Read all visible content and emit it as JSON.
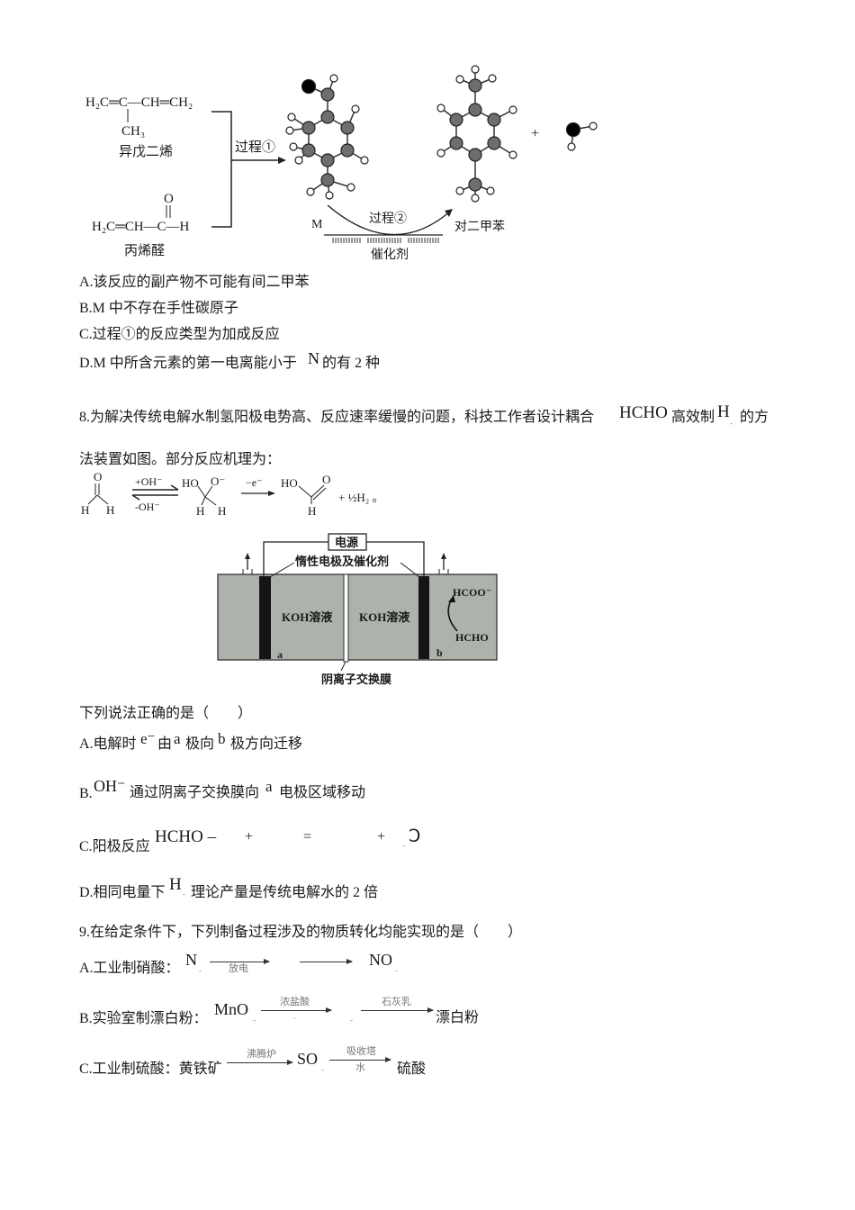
{
  "q7_figure": {
    "isoprene_formula": "H₂C═C—CH═CH₂",
    "isoprene_methyl": "CH₃",
    "isoprene_name": "异戊二烯",
    "acrolein_o": "O",
    "acrolein_formula": "H₂C═CH—C—H",
    "acrolein_name": "丙烯醛",
    "process1": "过程①",
    "process2": "过程②",
    "m_label": "M",
    "product_name": "对二甲苯",
    "catalyst": "催化剂",
    "plus": "+"
  },
  "q7_options": [
    "A.该反应的副产物不可能有间二甲苯",
    "B.M 中不存在手性碳原子",
    "C.过程①的反应类型为加成反应"
  ],
  "q7_option_d": {
    "pre": "D.M 中所含元素的第一电离能小于",
    "element": "N",
    "post": "的有 2 种"
  },
  "q8": {
    "stem_line1": "8.为解决传统电解水制氢阳极电势高、反应速率缓慢的问题，科技工作者设计耦合",
    "stem_hcho": "HCHO",
    "stem_mid": "高效制",
    "stem_h": "H",
    "stem_sub": "-",
    "stem_end": "的方",
    "stem_line2": "法装置如图。部分反应机理为：",
    "mechanism": {
      "o": "O",
      "h": "H",
      "ho": "HO",
      "o_minus": "O⁻",
      "plus_oh": "+OH⁻",
      "minus_oh": "-OH⁻",
      "minus_e": "−e⁻",
      "hydrogen": "+ ½H₂ 。"
    },
    "cell": {
      "power": "电源",
      "electrode_label": "惰性电极及催化剂",
      "solution_left": "KOH溶液",
      "solution_right": "KOH溶液",
      "electrode_a": "a",
      "electrode_b": "b",
      "formate": "HCOO⁻",
      "formaldehyde": "HCHO",
      "membrane": "阴离子交换膜"
    },
    "prompt": "下列说法正确的是（　　）",
    "option_a": {
      "pre": "A.电解时",
      "e": "e⁻",
      "m1": "由",
      "a": "a",
      "m2": "极向",
      "b": "b",
      "post": "极方向迁移"
    },
    "option_b": {
      "pre": "B.",
      "oh": "OH⁻",
      "m1": "通过阴离子交换膜向",
      "a": "a",
      "post": "电极区域移动"
    },
    "option_c": {
      "pre": "C.阳极反应",
      "hcho": "HCHO –",
      "plus1": "+",
      "eq": "=",
      "plus2": "+",
      "sub": "-",
      "tail": "Ↄ"
    },
    "option_d": {
      "pre": "D.相同电量下",
      "h": "H",
      "sub": "-",
      "post": "理论产量是传统电解水的 2 倍"
    }
  },
  "q9": {
    "stem": "9.在给定条件下，下列制备过程涉及的物质转化均能实现的是（　　）",
    "option_a": {
      "pre": "A.工业制硝酸：",
      "start": "N",
      "sub": "-",
      "arrow1_below": "放电",
      "end": "NO",
      "end_sub": "-"
    },
    "option_b": {
      "pre": "B.实验室制漂白粉：",
      "start": "MnO",
      "sub": "-",
      "arrow1_above": "浓盐酸",
      "arrow1_below": "ᵕ",
      "mid_sub": "-",
      "arrow2_above": "石灰乳",
      "end": "漂白粉"
    },
    "option_c": {
      "pre": "C.工业制硫酸：黄铁矿",
      "arrow1_above": "沸腾炉",
      "mid": "SO",
      "mid_sub": "-",
      "arrow2_above": "吸收塔",
      "arrow2_below": "水",
      "end": "硫酸"
    }
  }
}
